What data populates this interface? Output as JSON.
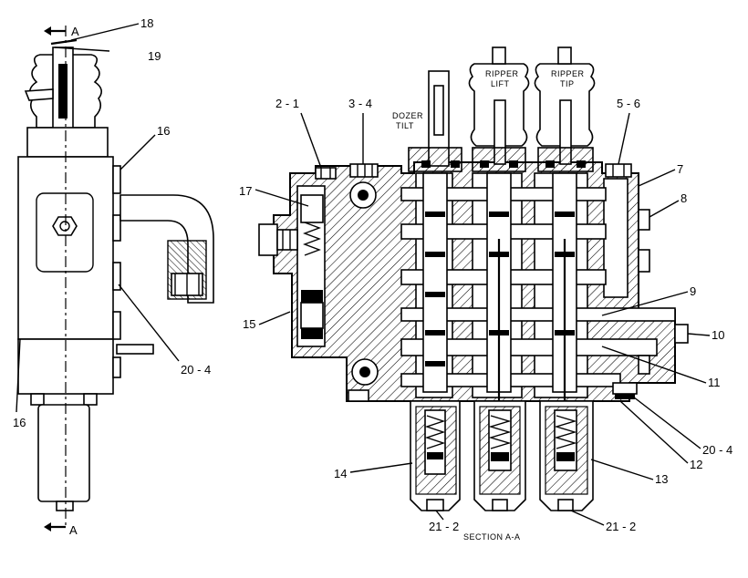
{
  "figure": {
    "section_marker": "A",
    "section_caption": "SECTION A-A",
    "spool_labels": {
      "dozer": [
        "DOZER",
        "TILT"
      ],
      "ripper_lift": [
        "RIPPER",
        "LIFT"
      ],
      "ripper_tip": [
        "RIPPER",
        "TIP"
      ]
    },
    "callouts": {
      "c18": "18",
      "c19": "19",
      "c16a": "16",
      "c16b": "16",
      "c20_4a": "20 - 4",
      "c2_1": "2 - 1",
      "c3_4": "3 - 4",
      "c5_6": "5 - 6",
      "c7": "7",
      "c8": "8",
      "c17": "17",
      "c9": "9",
      "c10": "10",
      "c15": "15",
      "c11": "11",
      "c20_4b": "20 - 4",
      "c12": "12",
      "c14": "14",
      "c13": "13",
      "c21_2a": "21 - 2",
      "c21_2b": "21 - 2"
    }
  }
}
